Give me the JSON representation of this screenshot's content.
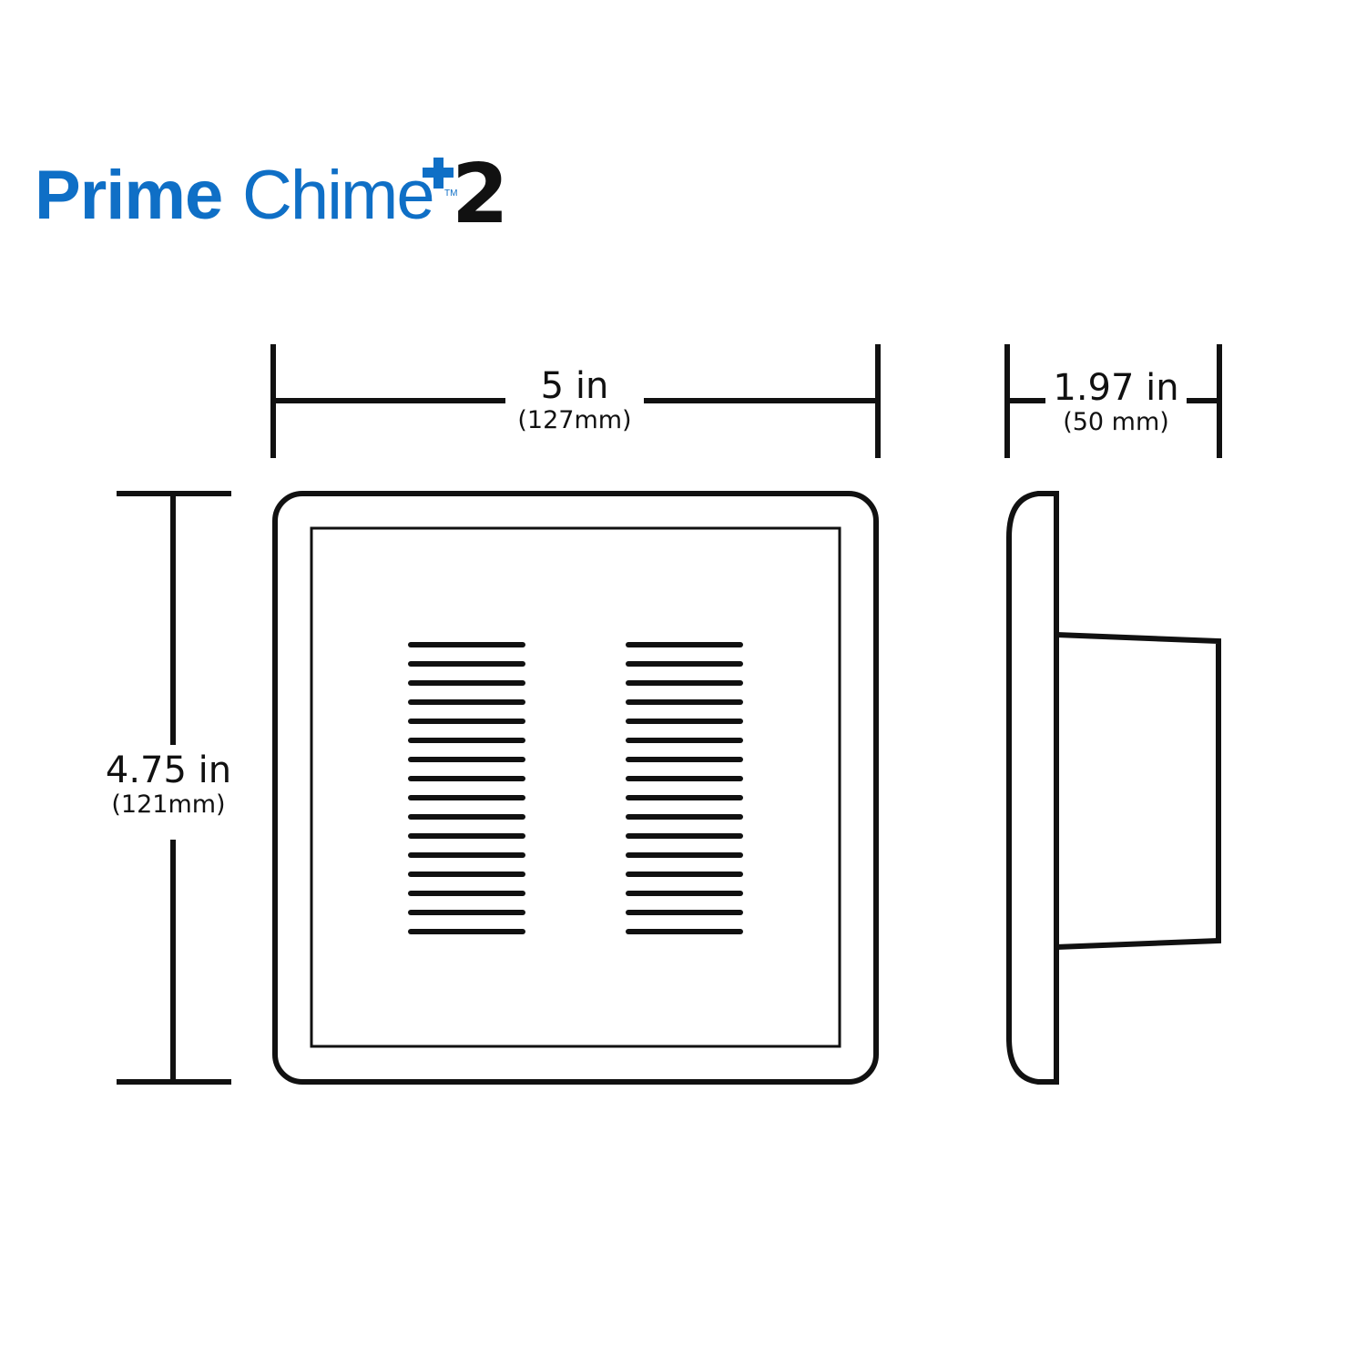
{
  "logo": {
    "prime": "Prime",
    "chime": "Chime",
    "tm": "TM",
    "plus": "+",
    "version": "2",
    "colors": {
      "brand_blue": "#0f6fc6",
      "version_black": "#111111"
    }
  },
  "dimensions": {
    "width": {
      "imperial": "5 in",
      "metric": "(127mm)"
    },
    "height": {
      "imperial": "4.75 in",
      "metric": "(121mm)"
    },
    "depth": {
      "imperial": "1.97 in",
      "metric": "(50 mm)"
    }
  },
  "device": {
    "front_view": {
      "grille_columns": 2,
      "slats_per_column": 16
    },
    "side_view": {
      "label": "side-profile"
    }
  },
  "colors": {
    "line": "#111111",
    "background": "#ffffff"
  }
}
